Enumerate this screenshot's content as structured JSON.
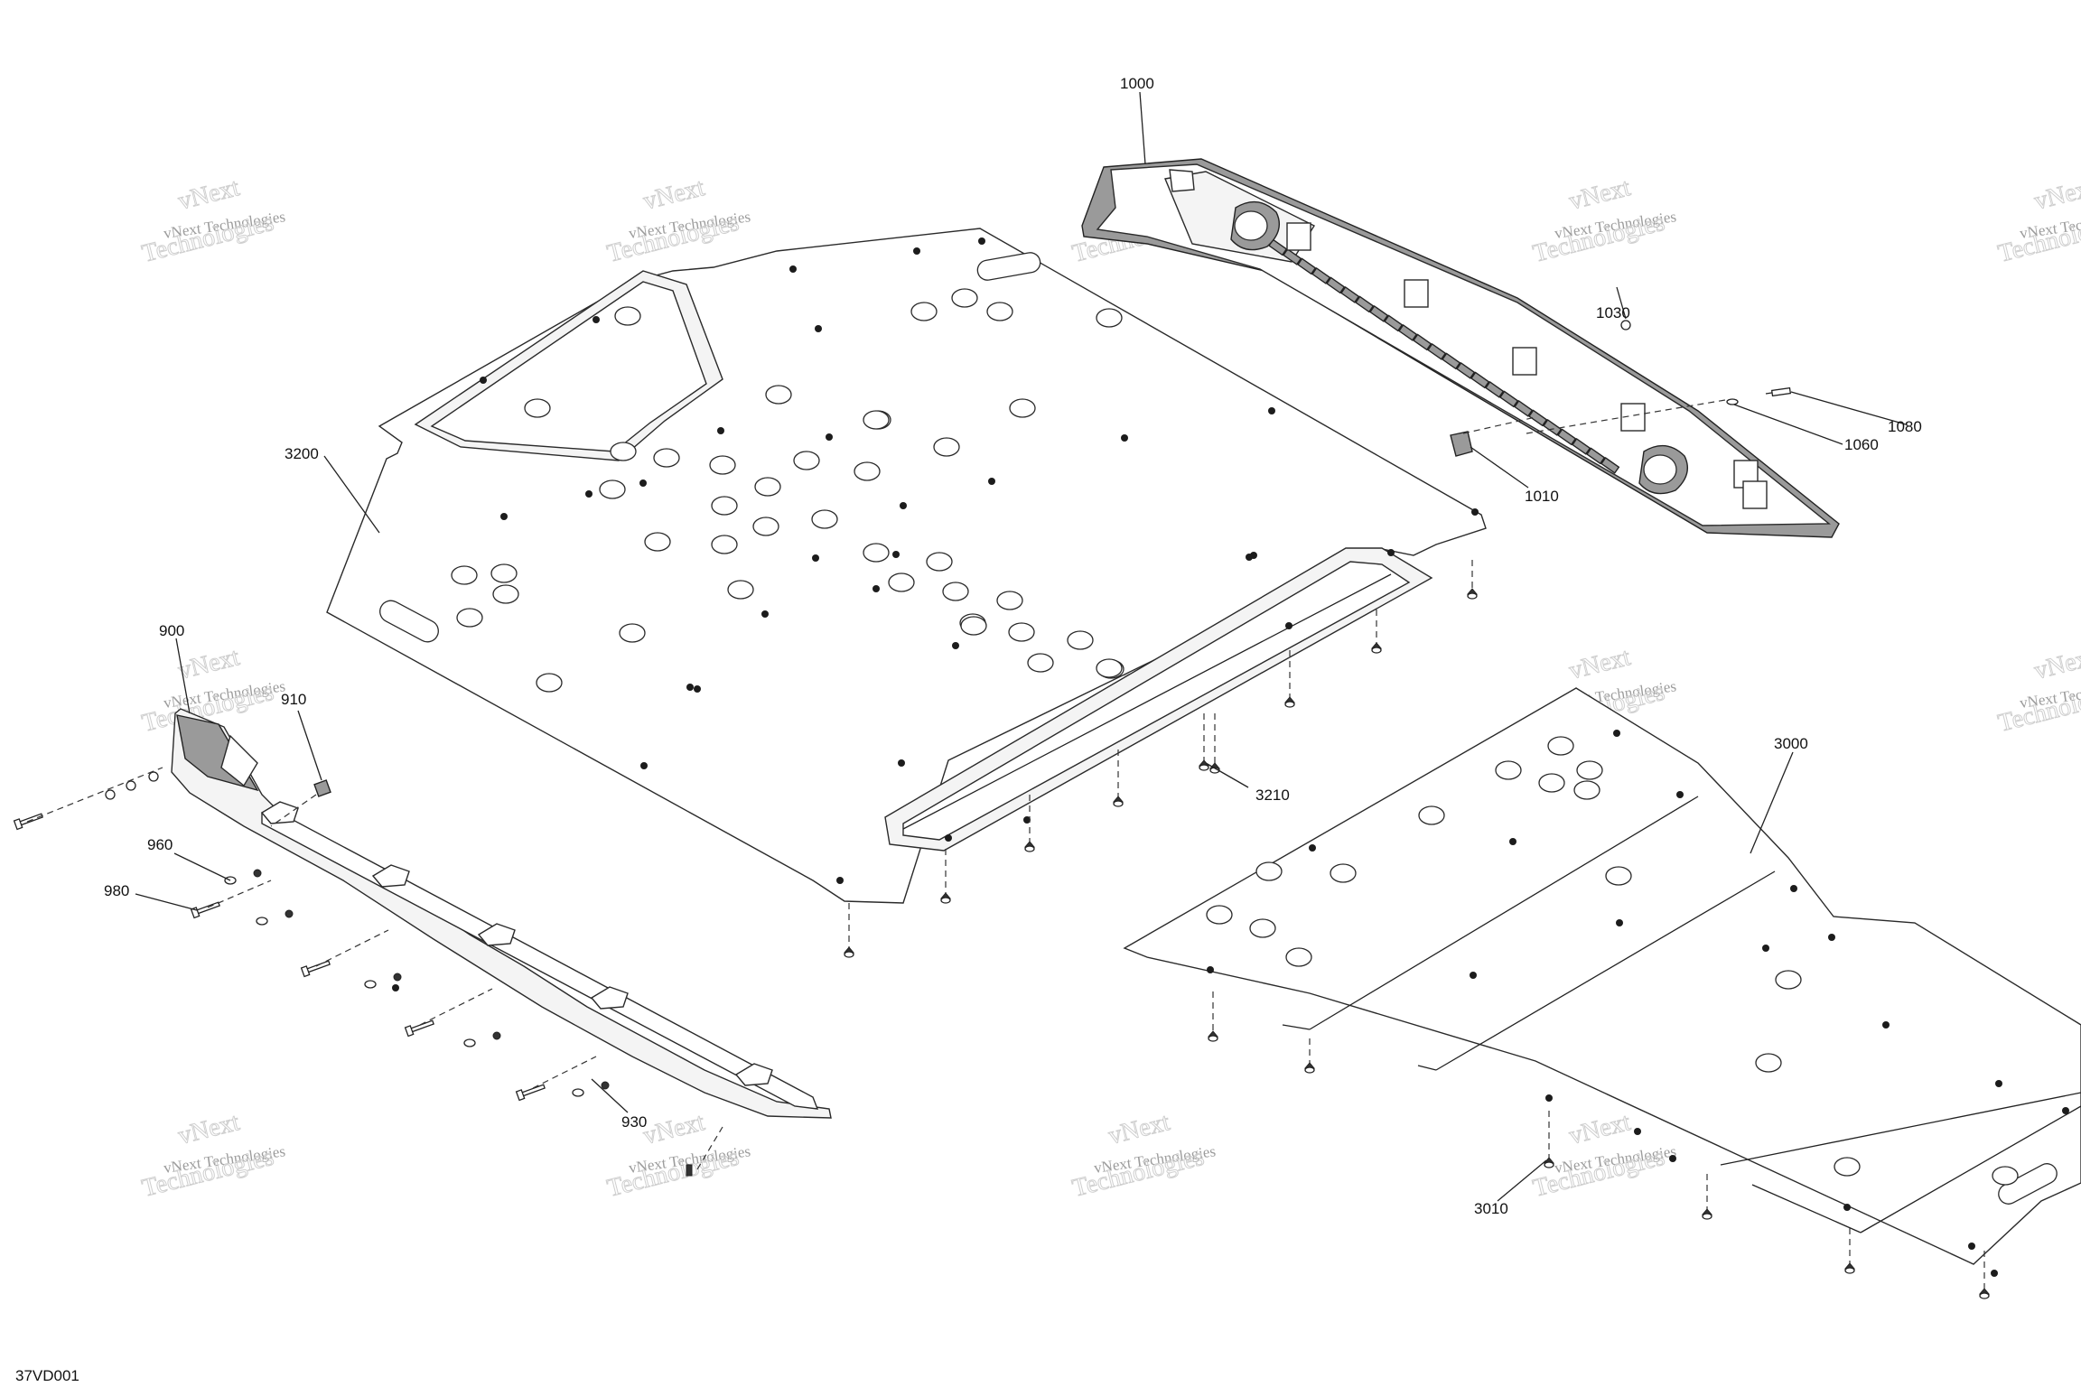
{
  "figure_id": "37VD001",
  "callouts": [
    {
      "id": "1000"
    },
    {
      "id": "1030"
    },
    {
      "id": "1080"
    },
    {
      "id": "1060"
    },
    {
      "id": "1010"
    },
    {
      "id": "3200"
    },
    {
      "id": "3210"
    },
    {
      "id": "3000"
    },
    {
      "id": "3010"
    },
    {
      "id": "900"
    },
    {
      "id": "910"
    },
    {
      "id": "960"
    },
    {
      "id": "980"
    },
    {
      "id": "930"
    }
  ],
  "watermark": {
    "line1": "vNext Technologies",
    "line2": "vNext",
    "line3": "Technologies"
  }
}
